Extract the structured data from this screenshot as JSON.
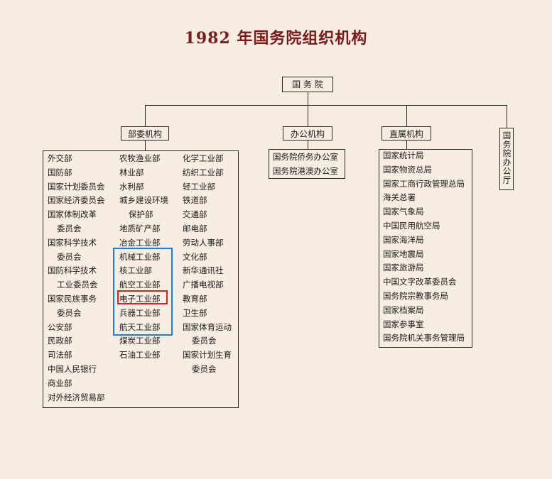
{
  "title": "1982 年国务院组织机构",
  "root": "国 务 院",
  "branches": {
    "ministries": {
      "label": "部委机构",
      "col1": [
        "外交部",
        "国防部",
        "国家计划委员会",
        "国家经济委员会",
        "国家体制改革",
        "委员会",
        "国家科学技术",
        "委员会",
        "国防科学技术",
        "工业委员会",
        "国家民族事务",
        "委员会",
        "公安部",
        "民政部",
        "司法部",
        "中国人民银行",
        "商业部",
        "对外经济贸易部"
      ],
      "col2": [
        "农牧渔业部",
        "林业部",
        "水利部",
        "城乡建设环境",
        "保护部",
        "地质矿产部",
        "冶金工业部",
        "机械工业部",
        "核工业部",
        "航空工业部",
        "电子工业部",
        "兵器工业部",
        "航天工业部",
        "煤炭工业部",
        "石油工业部"
      ],
      "col3": [
        "化学工业部",
        "纺织工业部",
        "轻工业部",
        "铁道部",
        "交通部",
        "邮电部",
        "劳动人事部",
        "文化部",
        "新华通讯社",
        "广播电视部",
        "教育部",
        "卫生部",
        "国家体育运动",
        "委员会",
        "国家计划生育",
        "委员会"
      ]
    },
    "office": {
      "label": "办公机构",
      "items": [
        "国务院侨务办公室",
        "国务院港澳办公室"
      ]
    },
    "direct": {
      "label": "直属机构",
      "items": [
        "国家统计局",
        "国家物资总局",
        "国家工商行政管理总局",
        "海关总署",
        "国家气象局",
        "中国民用航空局",
        "国家海洋局",
        "国家地震局",
        "国家旅游局",
        "中国文字改革委员会",
        "国务院宗教事务局",
        "国家档案局",
        "国家参事室",
        "国务院机关事务管理局"
      ]
    },
    "general_office": {
      "label": "国务院办公厅"
    }
  }
}
